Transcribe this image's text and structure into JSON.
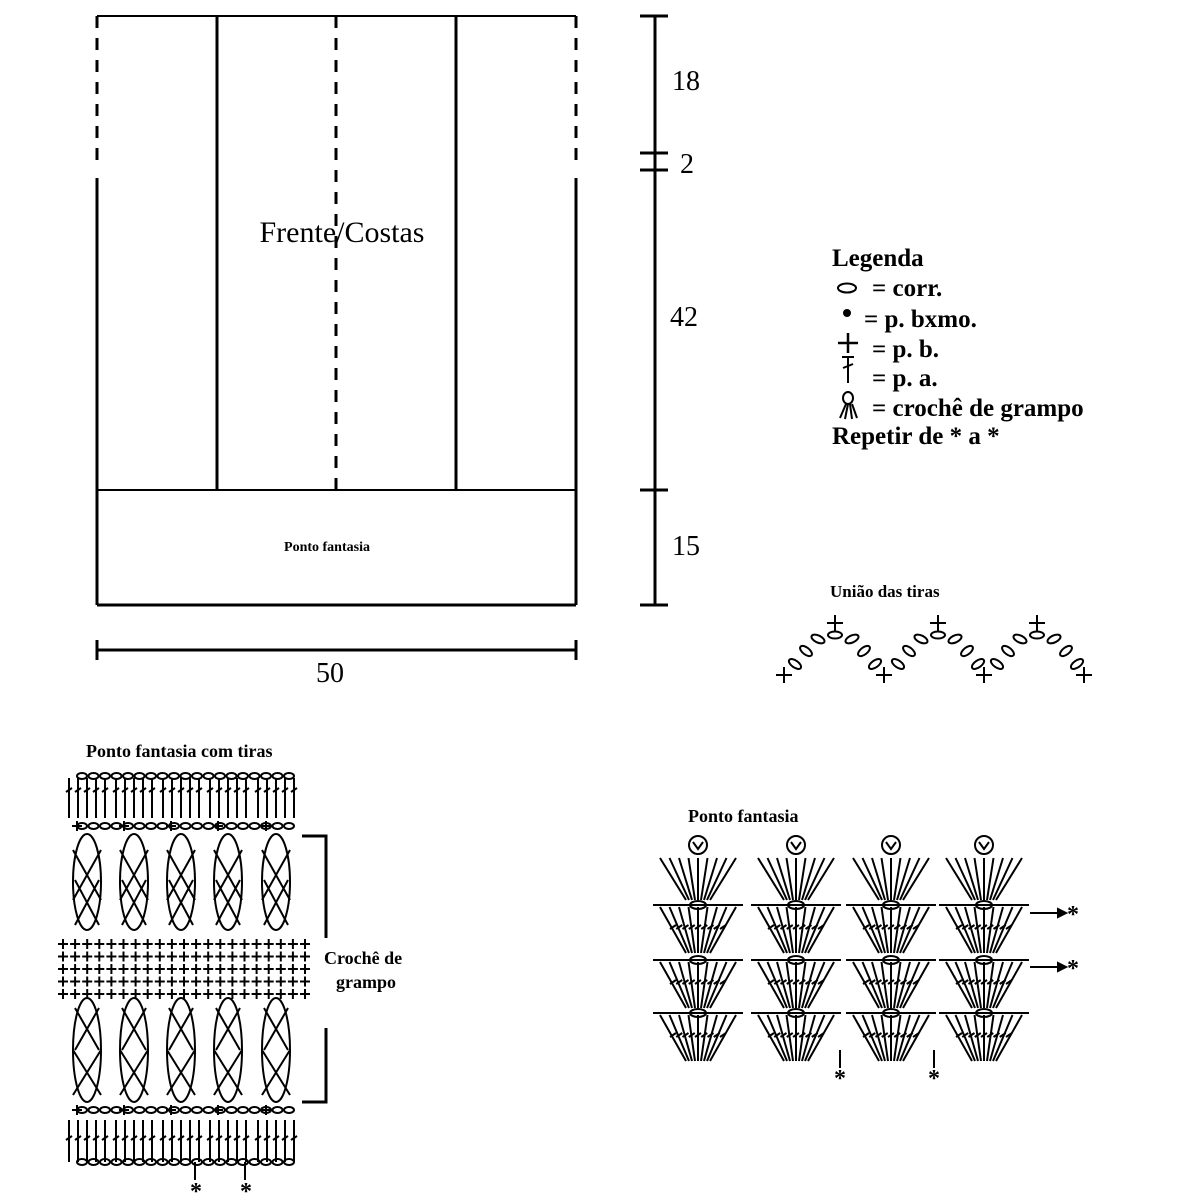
{
  "schematic": {
    "panel_label": "Frente/Costas",
    "band_label": "Ponto fantasia",
    "width": "50",
    "heights": [
      "18",
      "2",
      "42",
      "15"
    ]
  },
  "legend": {
    "title": "Legenda",
    "items": [
      {
        "symbol": "chain-oval-icon",
        "text": "= corr."
      },
      {
        "symbol": "slip-stitch-dot-icon",
        "text": "= p. bxmo."
      },
      {
        "symbol": "single-crochet-plus-icon",
        "text": "= p. b."
      },
      {
        "symbol": "double-crochet-icon",
        "text": "= p. a."
      },
      {
        "symbol": "hairpin-crochet-icon",
        "text": "= crochê de grampo"
      }
    ],
    "repeat": "Repetir de * a *"
  },
  "uniao": {
    "title": "União das tiras"
  },
  "tiras": {
    "title": "Ponto fantasia com tiras",
    "bracket_label_1": "Crochê de",
    "bracket_label_2": "grampo",
    "repeat_mark": "*"
  },
  "fantasia": {
    "title": "Ponto fantasia",
    "repeat_mark": "*"
  }
}
